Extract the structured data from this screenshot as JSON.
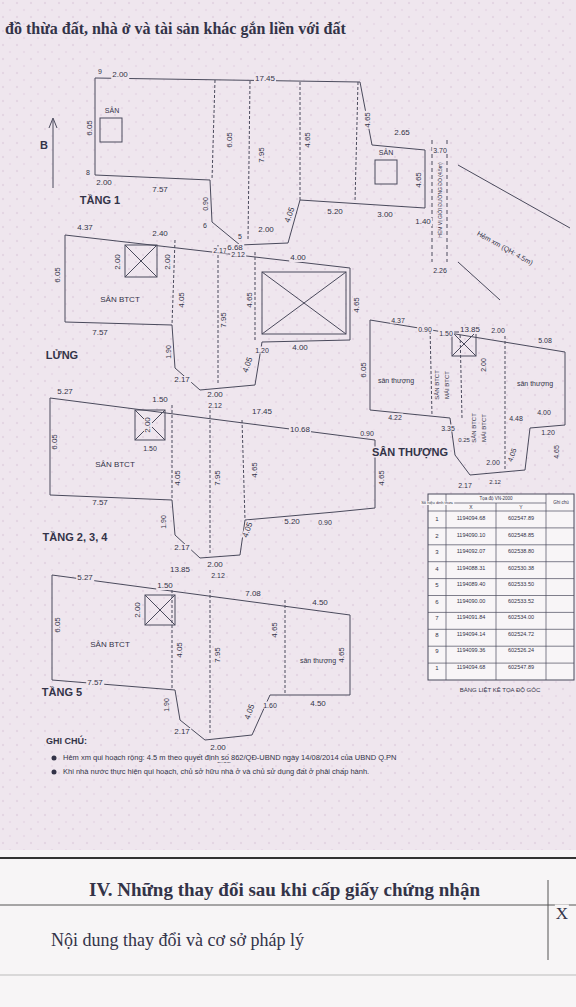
{
  "diagram": {
    "title": "đồ thừa đất, nhà ở và tài sản khác gắn liền với đất",
    "labels": [
      "2.00",
      "17.45",
      "2.65",
      "3.70",
      "9",
      "6.05",
      "SÂN",
      "B",
      "8",
      "2.00",
      "7.57",
      "TẦNG 1",
      "6.05",
      "7.95",
      "4.65",
      "4.65",
      "SÂN",
      "4.65",
      "5.20",
      "3.00",
      "1.40",
      "4.05",
      "0.90",
      "6",
      "2.17",
      "5",
      "2.00",
      "2.12",
      "Hẻm xm (QH: 4.5m)",
      "2.26",
      "HẺM VỊ GIỚI ĐƯỜNG ĐỎ (4.5m)",
      "4.37",
      "2.40",
      "6.68",
      "4.00",
      "6.05",
      "2.00",
      "2.00",
      "SÂN BTCT",
      "4.05",
      "7.95",
      "4.65",
      "4.65",
      "7.57",
      "1.20",
      "4.00",
      "LỬNG",
      "1.90",
      "4.05",
      "2.00",
      "2.17",
      "2.12",
      "5.27",
      "1.50",
      "17.45",
      "10.68",
      "0.90",
      "6.05",
      "2.00",
      "1.50",
      "SÂN BTCT",
      "4.05",
      "7.95",
      "4.65",
      "4.65",
      "7.57",
      "5.20",
      "0.90",
      "TẦNG 2, 3, 4",
      "1.90",
      "4.05",
      "2.00",
      "2.17",
      "2.12",
      "13.85",
      "4.37",
      "0.90",
      "1.50",
      "2.00",
      "5.08",
      "6.05",
      "sân thượng",
      "SÂN BTCT",
      "MÁI BTCT",
      "2.00",
      "sân thượng",
      "SÂN BTCT",
      "MÁI BTCT",
      "4.22",
      "3.35",
      "0.25",
      "4.48",
      "4.00",
      "1.20",
      "SÂN THƯỢNG",
      "4.05",
      "4.65",
      "2.17",
      "2.00",
      "2.12",
      "13.85",
      "5.27",
      "1.50",
      "7.08",
      "4.50",
      "6.05",
      "2.00",
      "SÂN BTCT",
      "4.05",
      "7.95",
      "4.65",
      "sân thượng",
      "4.65",
      "7.57",
      "TẦNG 5",
      "1.60",
      "4.50",
      "1.90",
      "4.05",
      "2.00",
      "2.17",
      "2.12",
      "Số hiệu đỉnh thửa",
      "Tọa độ VN-2000",
      "Ghi chú",
      "X",
      "Y",
      "1",
      "1194094.68",
      "602547.89",
      "2",
      "1194090.10",
      "602548.85",
      "3",
      "1194092.07",
      "602538.80",
      "4",
      "1194088.31",
      "602530.38",
      "5",
      "1194089.40",
      "602533.50",
      "6",
      "1194090.00",
      "602533.52",
      "7",
      "1194091.84",
      "602534.00",
      "8",
      "1194094.14",
      "602524.72",
      "9",
      "1194099.36",
      "602526.24",
      "1",
      "1194094.68",
      "602547.89",
      "BẢNG LIỆT KÊ TỌA ĐỘ GÓC",
      "GHI CHÚ:",
      "Hẻm xm qui hoạch rộng: 4.5 m theo quyết định số 862/QĐ-UBND ngày 14/08/2014 của UBND Q.PN",
      "Khi nhà nước thực hiện qui hoạch, chủ sở hữu nhà ở và chủ sử dụng đất ở phải chấp hành.",
      "IV. Những thay đổi sau khi cấp giấy chứng nhận",
      "X",
      "Nội dung thay đổi và cơ sở pháp lý"
    ]
  }
}
